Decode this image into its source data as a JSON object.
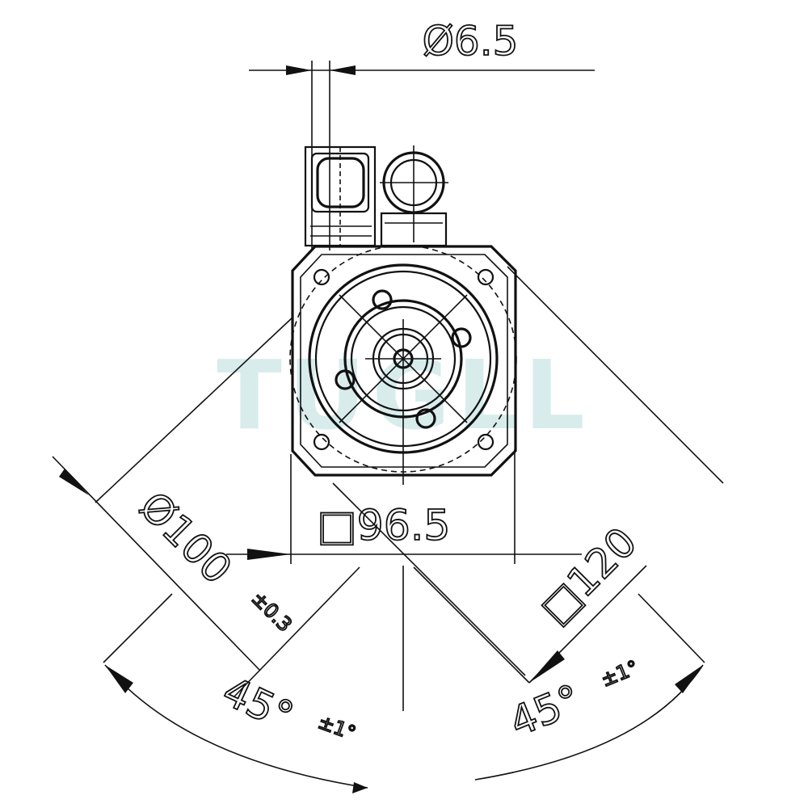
{
  "dimensions": {
    "hole_dia": "Ø6.5",
    "pilot_dia": "Ø100",
    "pilot_tol": "±0.3",
    "square_flange": "□96.5",
    "square_mount": "□120",
    "angle_left": "45°",
    "angle_left_tol": "±1°",
    "angle_right": "45°",
    "angle_right_tol": "±1°"
  },
  "watermark": {
    "text": "TUGLL",
    "color": "#d8ecec"
  },
  "colors": {
    "line": "#111111",
    "background": "#ffffff"
  }
}
